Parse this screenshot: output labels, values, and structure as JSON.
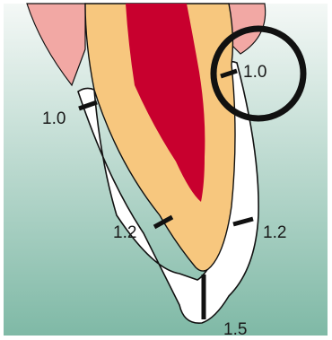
{
  "colors": {
    "background_top": "#f4f8f6",
    "background_bottom": "#7fb9a6",
    "gum": "#f2a8a4",
    "dentin": "#f7c77e",
    "pulp": "#c8002e",
    "restoration": "#ffffff",
    "outline": "#111111"
  },
  "measurements": {
    "top_left": "1.0",
    "top_right_circled": "1.0",
    "mid_left": "1.2",
    "mid_right": "1.2",
    "apex": "1.5"
  }
}
